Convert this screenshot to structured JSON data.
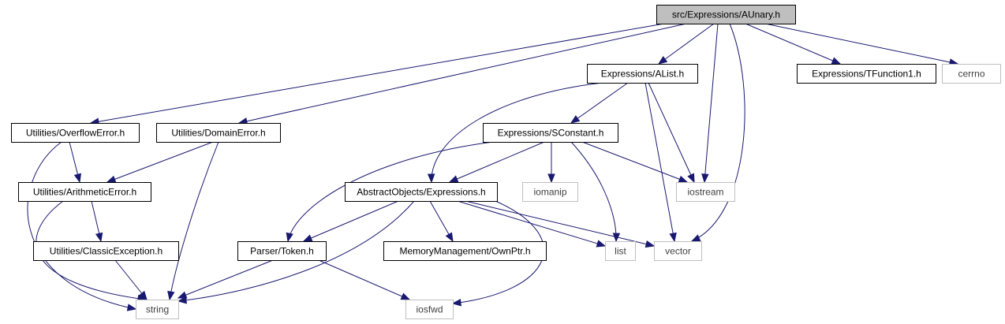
{
  "diagram": {
    "type": "include-dependency-graph",
    "colors": {
      "edge": "#191970",
      "root_fill": "#bfbfbf",
      "node_border": "#000000",
      "external_border": "#bfbfbf",
      "external_text": "#404040",
      "node_text": "#000000"
    },
    "nodes": [
      {
        "id": "aunary",
        "label": "src/Expressions/AUnary.h",
        "kind": "root"
      },
      {
        "id": "alist",
        "label": "Expressions/AList.h",
        "kind": "local"
      },
      {
        "id": "tfunction1",
        "label": "Expressions/TFunction1.h",
        "kind": "local"
      },
      {
        "id": "cerrno",
        "label": "cerrno",
        "kind": "external"
      },
      {
        "id": "overflow",
        "label": "Utilities/OverflowError.h",
        "kind": "local"
      },
      {
        "id": "domain",
        "label": "Utilities/DomainError.h",
        "kind": "local"
      },
      {
        "id": "sconstant",
        "label": "Expressions/SConstant.h",
        "kind": "local"
      },
      {
        "id": "arith",
        "label": "Utilities/ArithmeticError.h",
        "kind": "local"
      },
      {
        "id": "absexpr",
        "label": "AbstractObjects/Expressions.h",
        "kind": "local"
      },
      {
        "id": "iomanip",
        "label": "iomanip",
        "kind": "external"
      },
      {
        "id": "iostream",
        "label": "iostream",
        "kind": "external"
      },
      {
        "id": "classic",
        "label": "Utilities/ClassicException.h",
        "kind": "local"
      },
      {
        "id": "token",
        "label": "Parser/Token.h",
        "kind": "local"
      },
      {
        "id": "ownptr",
        "label": "MemoryManagement/OwnPtr.h",
        "kind": "local"
      },
      {
        "id": "list",
        "label": "list",
        "kind": "external"
      },
      {
        "id": "vector",
        "label": "vector",
        "kind": "external"
      },
      {
        "id": "string",
        "label": "string",
        "kind": "external"
      },
      {
        "id": "iosfwd",
        "label": "iosfwd",
        "kind": "external"
      }
    ],
    "edges": [
      {
        "from": "aunary",
        "to": "alist"
      },
      {
        "from": "aunary",
        "to": "tfunction1"
      },
      {
        "from": "aunary",
        "to": "cerrno"
      },
      {
        "from": "aunary",
        "to": "overflow"
      },
      {
        "from": "aunary",
        "to": "domain"
      },
      {
        "from": "aunary",
        "to": "iostream"
      },
      {
        "from": "aunary",
        "to": "vector"
      },
      {
        "from": "alist",
        "to": "sconstant"
      },
      {
        "from": "alist",
        "to": "absexpr"
      },
      {
        "from": "alist",
        "to": "iostream"
      },
      {
        "from": "alist",
        "to": "vector"
      },
      {
        "from": "overflow",
        "to": "arith"
      },
      {
        "from": "overflow",
        "to": "string"
      },
      {
        "from": "domain",
        "to": "arith"
      },
      {
        "from": "domain",
        "to": "string"
      },
      {
        "from": "sconstant",
        "to": "absexpr"
      },
      {
        "from": "sconstant",
        "to": "iomanip"
      },
      {
        "from": "sconstant",
        "to": "iostream"
      },
      {
        "from": "sconstant",
        "to": "token"
      },
      {
        "from": "sconstant",
        "to": "list"
      },
      {
        "from": "arith",
        "to": "classic"
      },
      {
        "from": "arith",
        "to": "string"
      },
      {
        "from": "classic",
        "to": "string"
      },
      {
        "from": "absexpr",
        "to": "token"
      },
      {
        "from": "absexpr",
        "to": "ownptr"
      },
      {
        "from": "absexpr",
        "to": "list"
      },
      {
        "from": "absexpr",
        "to": "vector"
      },
      {
        "from": "absexpr",
        "to": "string"
      },
      {
        "from": "absexpr",
        "to": "iosfwd"
      },
      {
        "from": "token",
        "to": "string"
      },
      {
        "from": "token",
        "to": "iosfwd"
      }
    ]
  }
}
